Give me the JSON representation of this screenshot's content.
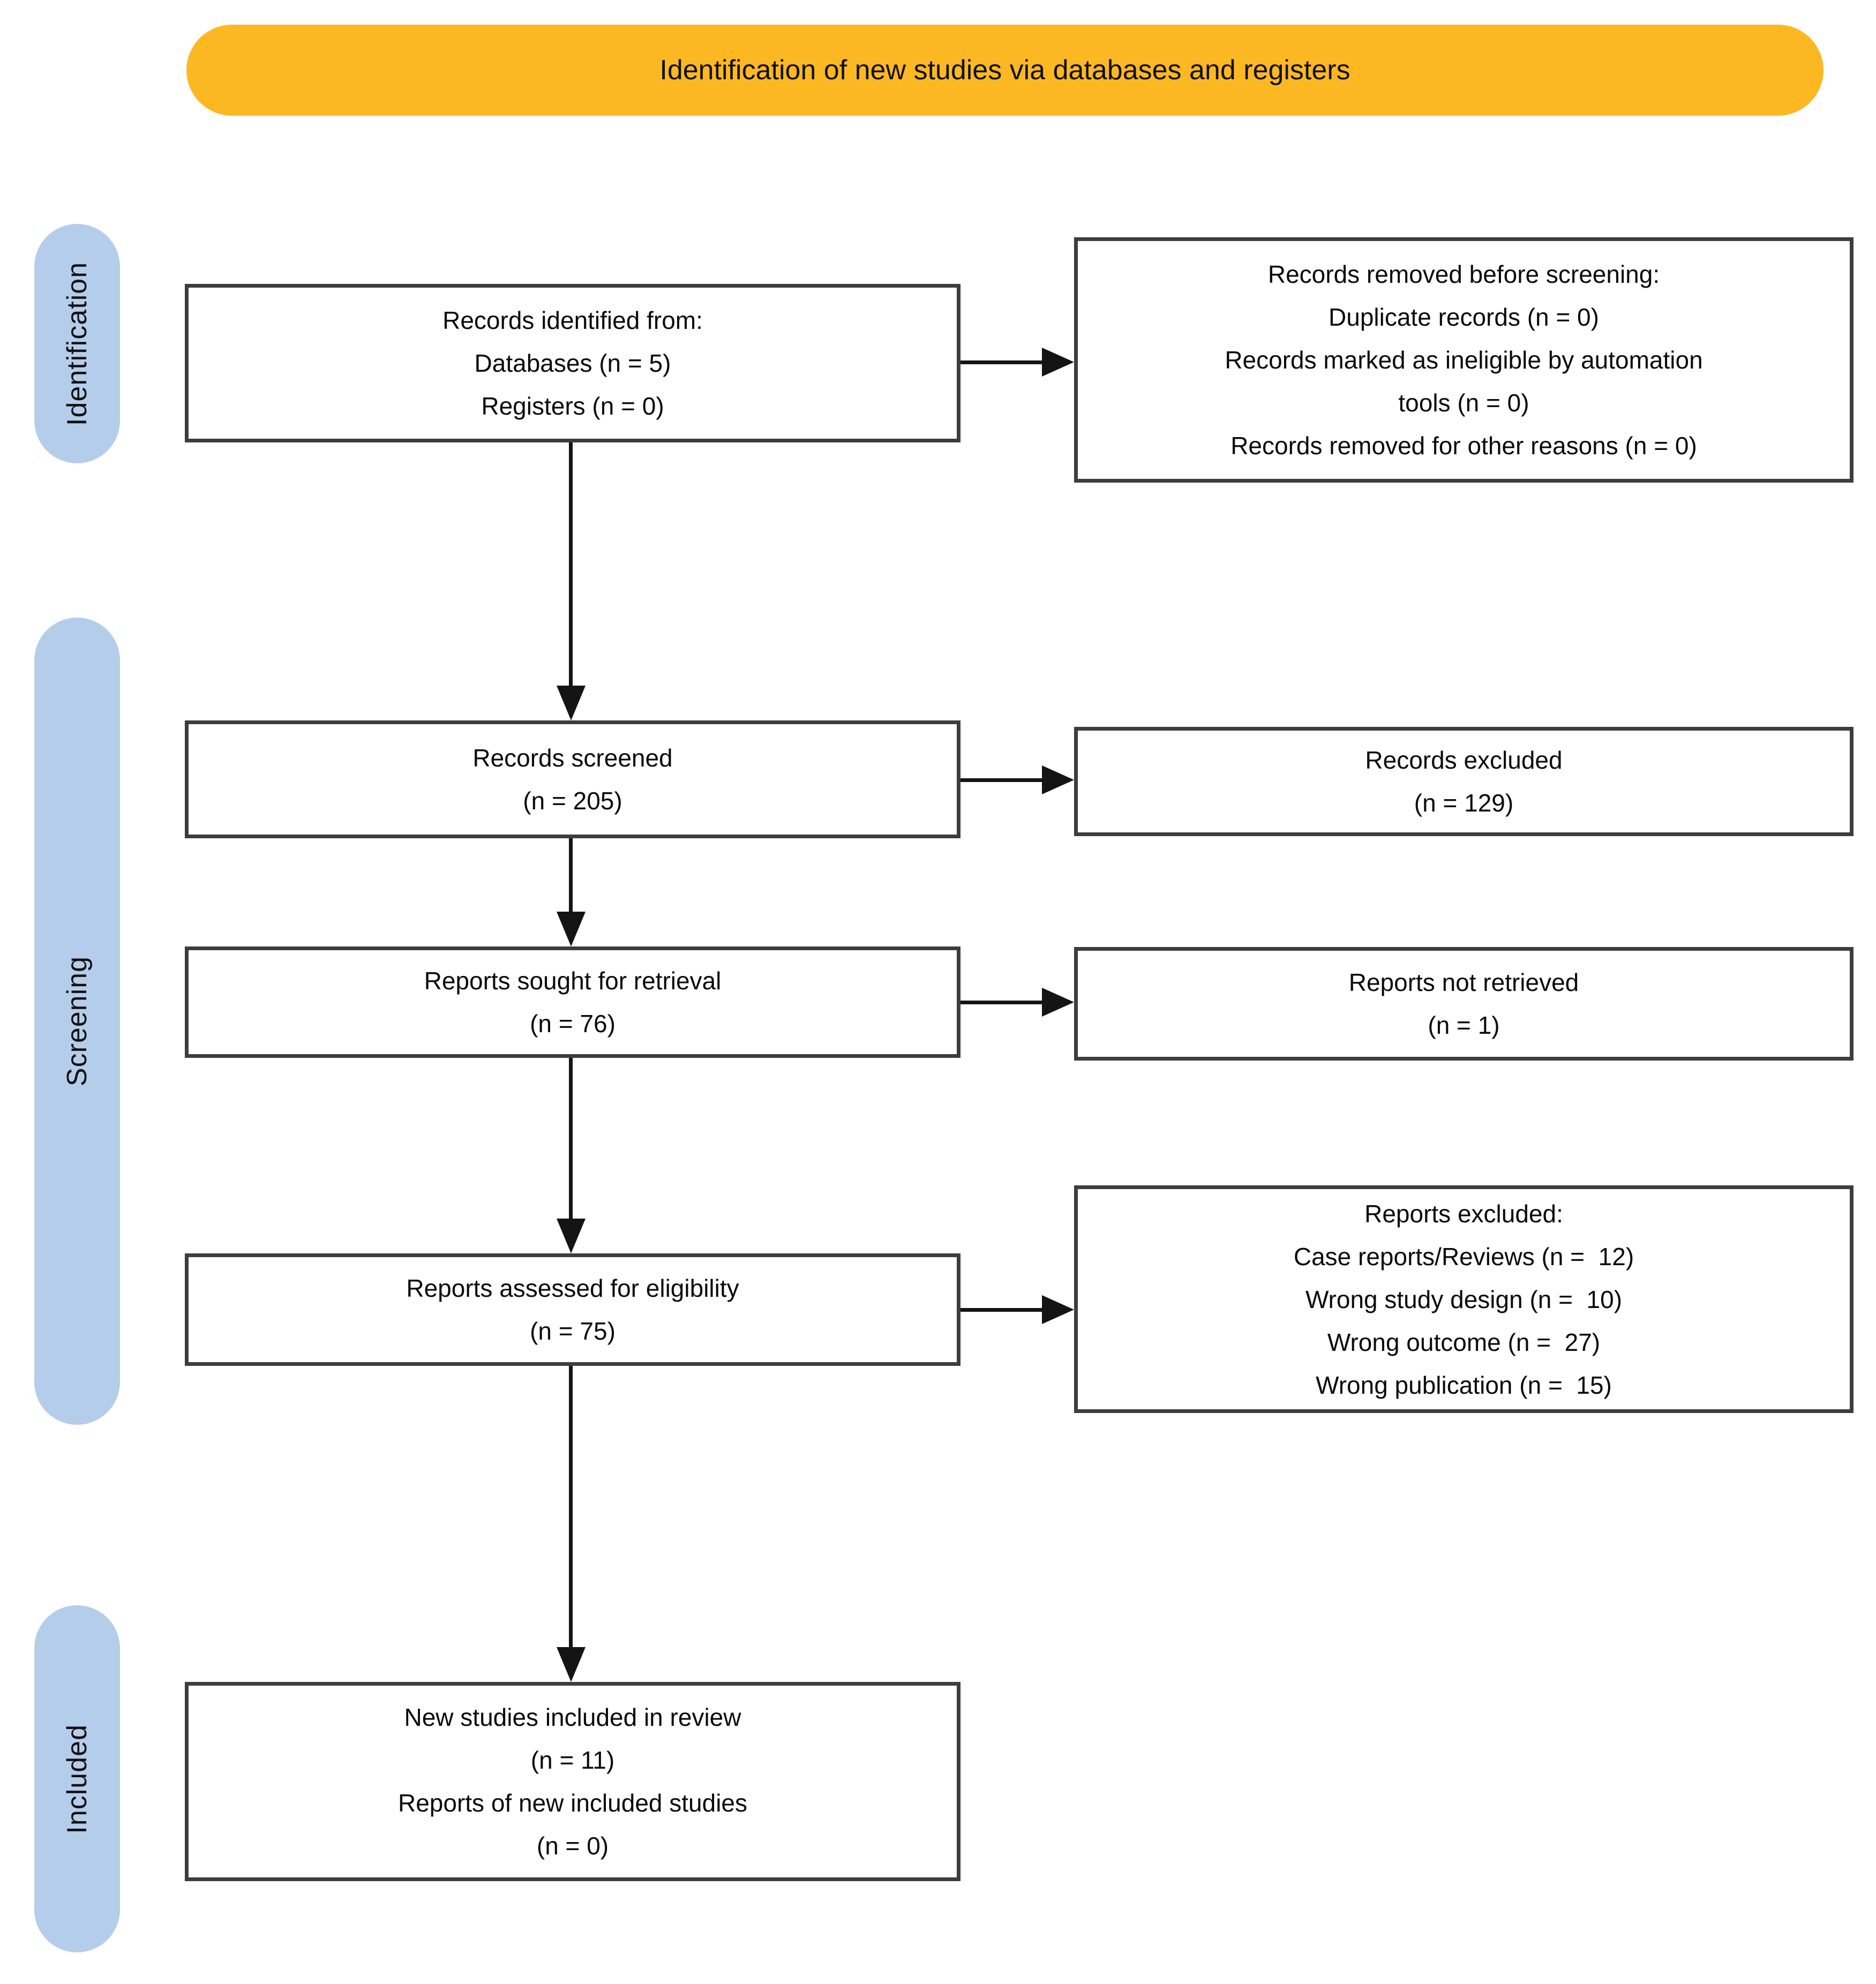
{
  "banner": {
    "title": "Identification of new studies via databases and registers",
    "bg_color": "#FCB822"
  },
  "sidebar": {
    "bg_color": "#B4CDEB",
    "stages": [
      {
        "label": "Identification"
      },
      {
        "label": "Screening"
      },
      {
        "label": "Included"
      }
    ]
  },
  "boxes": {
    "main": [
      {
        "name": "records-identified",
        "lines": [
          "Records identified from:",
          "Databases (n = 5)",
          "Registers (n = 0)"
        ]
      },
      {
        "name": "records-screened",
        "lines": [
          "Records screened",
          "(n = 205)"
        ]
      },
      {
        "name": "reports-sought-for-retrieval",
        "lines": [
          "Reports sought for retrieval",
          "(n = 76)"
        ]
      },
      {
        "name": "reports-assessed-for-eligibility",
        "lines": [
          "Reports assessed for eligibility",
          "(n = 75)"
        ]
      },
      {
        "name": "new-studies-included-in-review",
        "lines": [
          "New studies included in review",
          "(n = 11)",
          "Reports of new included studies",
          "(n = 0)"
        ]
      }
    ],
    "side": [
      {
        "name": "records-removed-before-screening",
        "lines": [
          "Records removed before screening:",
          "Duplicate records (n = 0)",
          "Records marked as ineligible by automation",
          "tools (n = 0)",
          "Records removed for other reasons (n = 0)"
        ]
      },
      {
        "name": "records-excluded",
        "lines": [
          "Records excluded",
          "(n = 129)"
        ]
      },
      {
        "name": "reports-not-retrieved",
        "lines": [
          "Reports not retrieved",
          "(n = 1)"
        ]
      },
      {
        "name": "reports-excluded",
        "lines": [
          "Reports excluded:",
          "Case reports/Reviews (n =  12)",
          "Wrong study design (n =  10)",
          "Wrong outcome (n =  27)",
          "Wrong publication (n =  15)"
        ]
      }
    ]
  }
}
